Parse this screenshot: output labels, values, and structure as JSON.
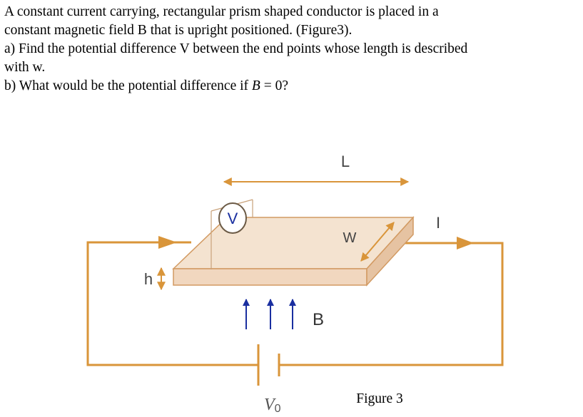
{
  "question": {
    "line1": "A constant current carrying, rectangular prism shaped conductor is placed in a",
    "line2": "constant magnetic field B that is upright positioned. (Figure3).",
    "line3": "a) Find the potential difference V between the end points whose length is described",
    "line4": "with w.",
    "line5_prefix": "b) What would be the potential difference if ",
    "line5_math": "B",
    "line5_suffix": " = 0?"
  },
  "figure": {
    "label_L": "L",
    "label_W": "W",
    "label_I": "I",
    "label_h": "h",
    "label_V": "V",
    "label_B": "B",
    "label_V0_main": "V",
    "label_V0_sub": "0",
    "caption": "Figure 3"
  },
  "colors": {
    "wire": "#d9953a",
    "field_arrow": "#1a2fa0",
    "prism_top": "#f4e3d0",
    "prism_front": "#f1d7bf",
    "prism_side": "#e6c3a2",
    "prism_edge": "#d29a62",
    "meter_wire": "#c9a27a"
  }
}
